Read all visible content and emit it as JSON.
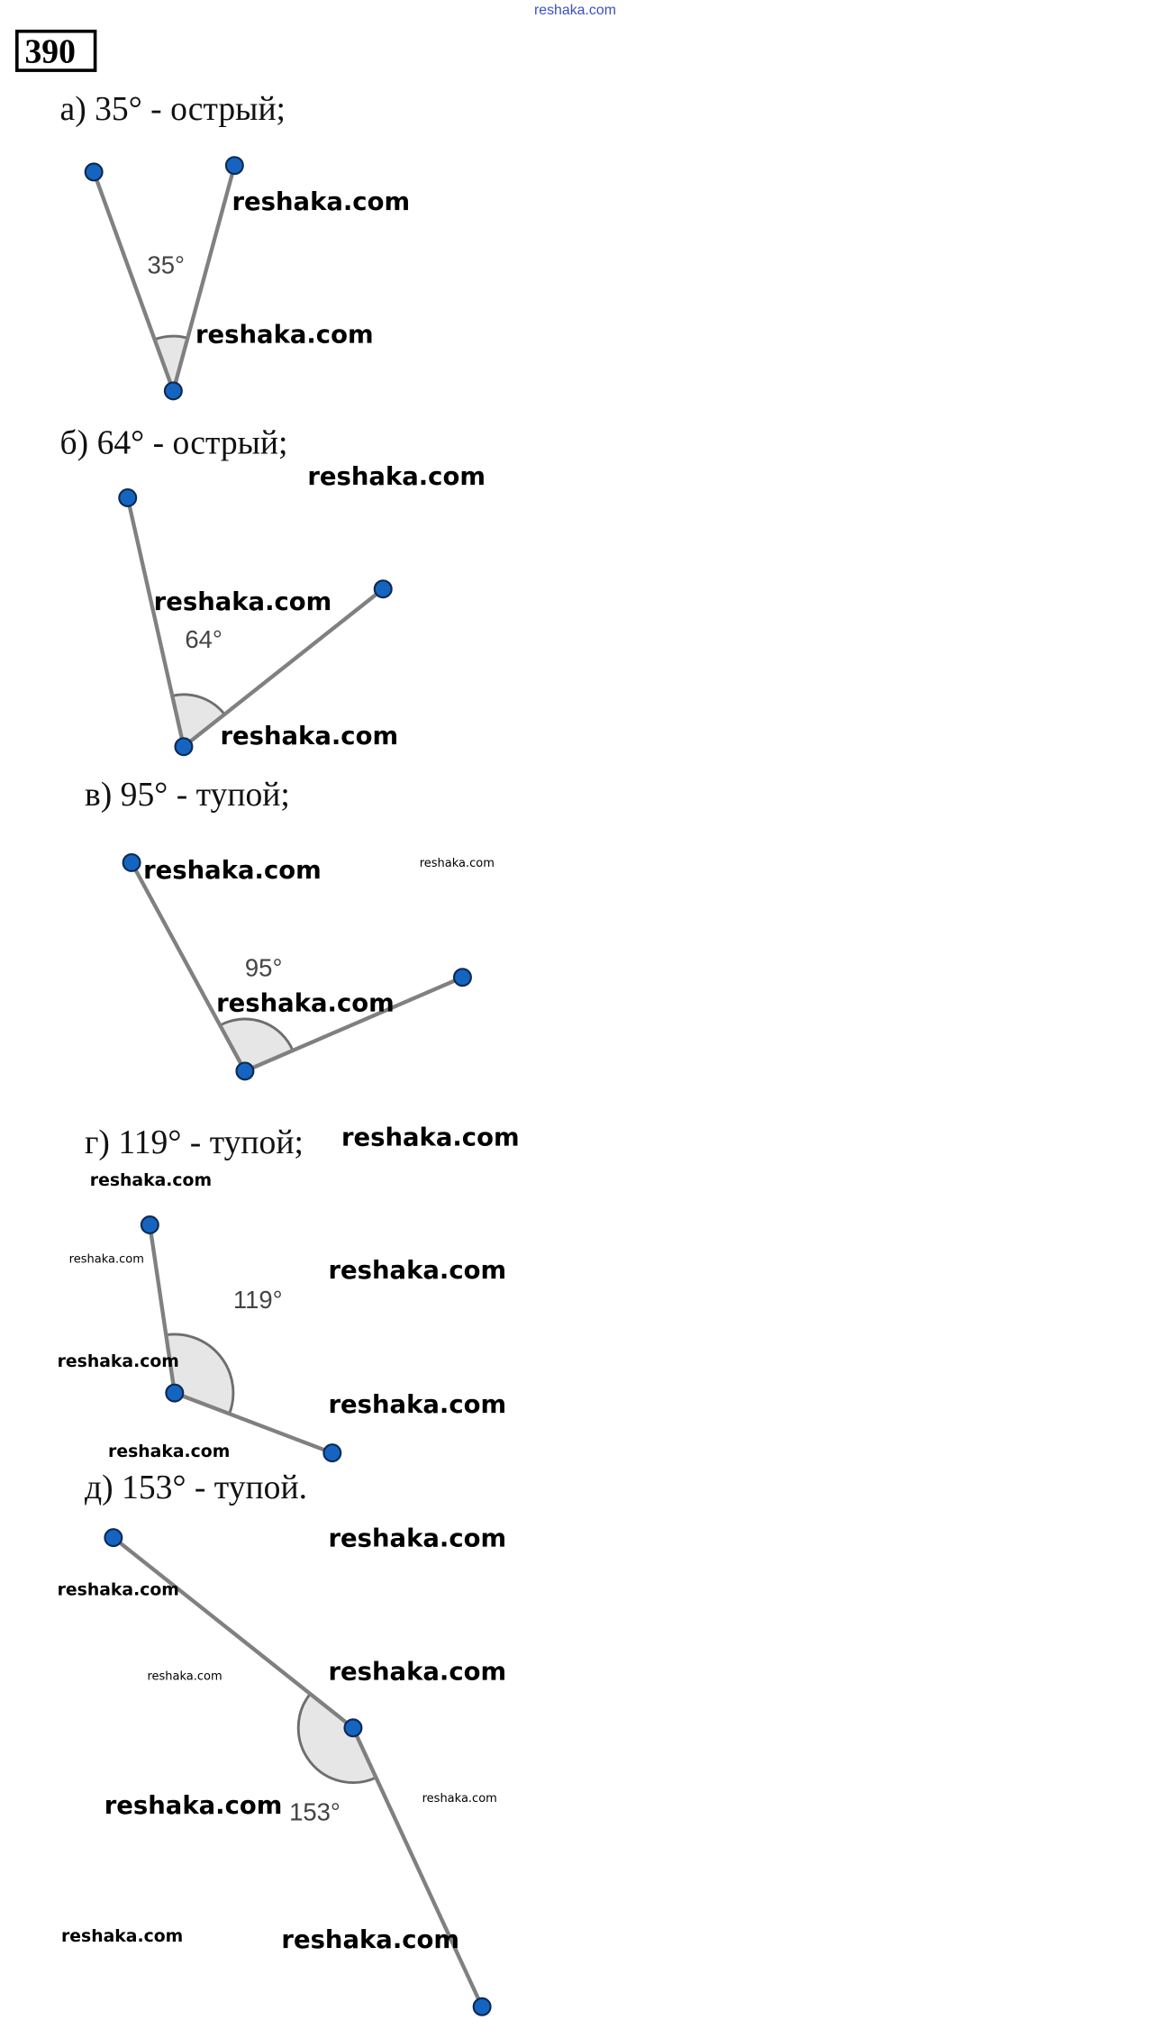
{
  "problem_number": "390",
  "items": [
    {
      "heading": "а) 35° - острый;",
      "angle_label": "35°",
      "angle": 35
    },
    {
      "heading": "б) 64° - острый;",
      "angle_label": "64°",
      "angle": 64
    },
    {
      "heading": "в) 95° - тупой;",
      "angle_label": "95°",
      "angle": 95
    },
    {
      "heading": "г) 119° - тупой;",
      "angle_label": "119°",
      "angle": 119
    },
    {
      "heading": "д) 153° - тупой.",
      "angle_label": "153°",
      "angle": 153
    }
  ],
  "watermark": "reshaka.com",
  "colors": {
    "point": "#1565c0",
    "ray": "#808080",
    "arc_fill": "#e6e6e6",
    "top_watermark": "#3a4fc8"
  }
}
